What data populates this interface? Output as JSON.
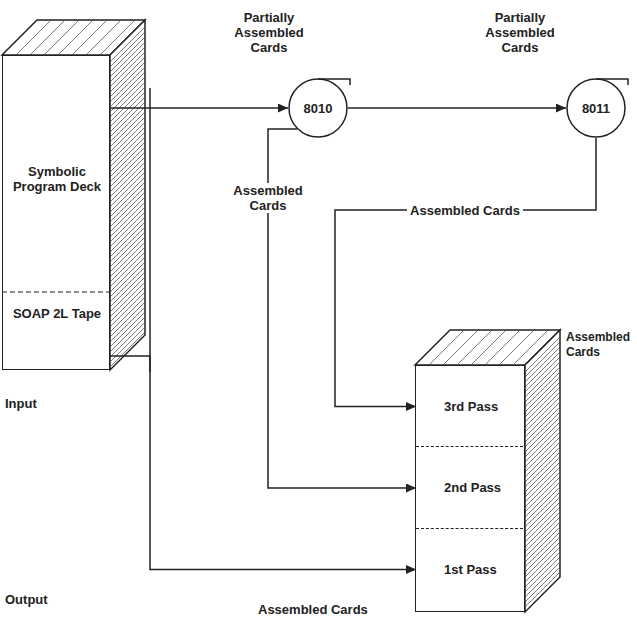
{
  "diagram": {
    "nodes": [
      {
        "text": [
          "Symbolic Program Deck",
          "SOAP 2L Tape"
        ]
      },
      {
        "text": [
          "8010"
        ]
      },
      {
        "text": [
          "8011"
        ]
      },
      {
        "text": [
          "Assembled Cards"
        ]
      },
      {
        "text": [
          "3rd Pass"
        ],
        "in": 3
      },
      {
        "text": [
          "2nd Pass"
        ],
        "in": 3
      },
      {
        "text": [
          "1st Pass"
        ],
        "in": 3
      }
    ],
    "edges": [
      {
        "from": 0,
        "to": 1,
        "arrow": "to",
        "label": "Partially Assembled Cards"
      },
      {
        "from": 1,
        "to": 2,
        "arrow": "to",
        "label": "Partially Assembled Cards"
      },
      {
        "from": 1,
        "to": 5,
        "arrow": "to",
        "label": "Assembled Cards"
      },
      {
        "from": 2,
        "to": 4,
        "arrow": "to",
        "label": "Assembled Cards"
      },
      {
        "from": 0,
        "to": 6,
        "arrow": "to"
      }
    ],
    "labels": [
      "Input",
      "Output",
      "Assembled Cards"
    ]
  }
}
